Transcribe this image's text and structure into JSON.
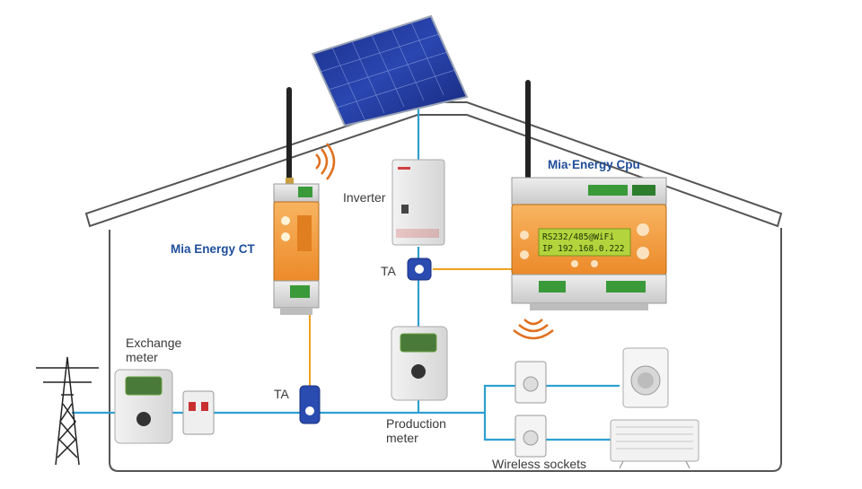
{
  "labels": {
    "mia_energy_ct": "Mia Energy CT",
    "mia_energy_cpu": "Mia·Energy Cpu",
    "inverter": "Inverter",
    "ta_top": "TA",
    "ta_bottom": "TA",
    "exchange_meter_line1": "Exchange",
    "exchange_meter_line2": "meter",
    "production_meter_line1": "Production",
    "production_meter_line2": "meter",
    "wireless_sockets": "Wireless sockets"
  },
  "cpu_display": {
    "line1": "RS232/485@WiFi",
    "line2": "IP 192.168.0.222"
  },
  "colors": {
    "blue_line": "#2f9fd0",
    "orange_line": "#f0a020",
    "brand_blue": "#1f4e9a",
    "device_orange": "#f5a040",
    "module_grey": "#d9d9d9",
    "lcd_green": "#b3d43c"
  }
}
